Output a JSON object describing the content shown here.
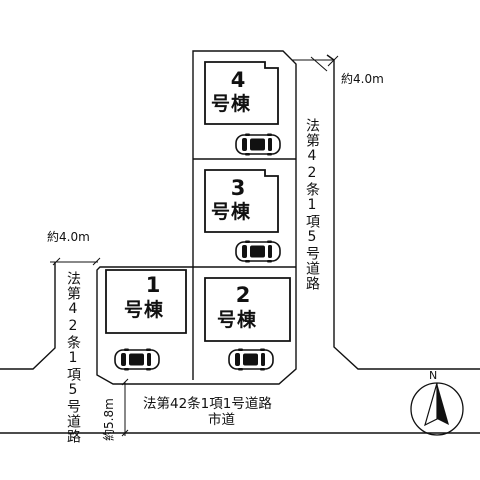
{
  "buildings": [
    {
      "number": "4",
      "label": "号棟"
    },
    {
      "number": "3",
      "label": "号棟"
    },
    {
      "number": "1",
      "label": "号棟"
    },
    {
      "number": "2",
      "label": "号棟"
    }
  ],
  "roads": {
    "east_width": "約4.0m",
    "east_label": "法第42条1項5号道路",
    "west_width": "約4.0m",
    "west_label": "法第42条1項5号道路",
    "south_width": "約5.8m",
    "south_label": "法第42条1項1号道路",
    "south_name": "市道"
  },
  "compass": {
    "north": "N"
  },
  "colors": {
    "line": "#111111",
    "background": "#ffffff"
  }
}
